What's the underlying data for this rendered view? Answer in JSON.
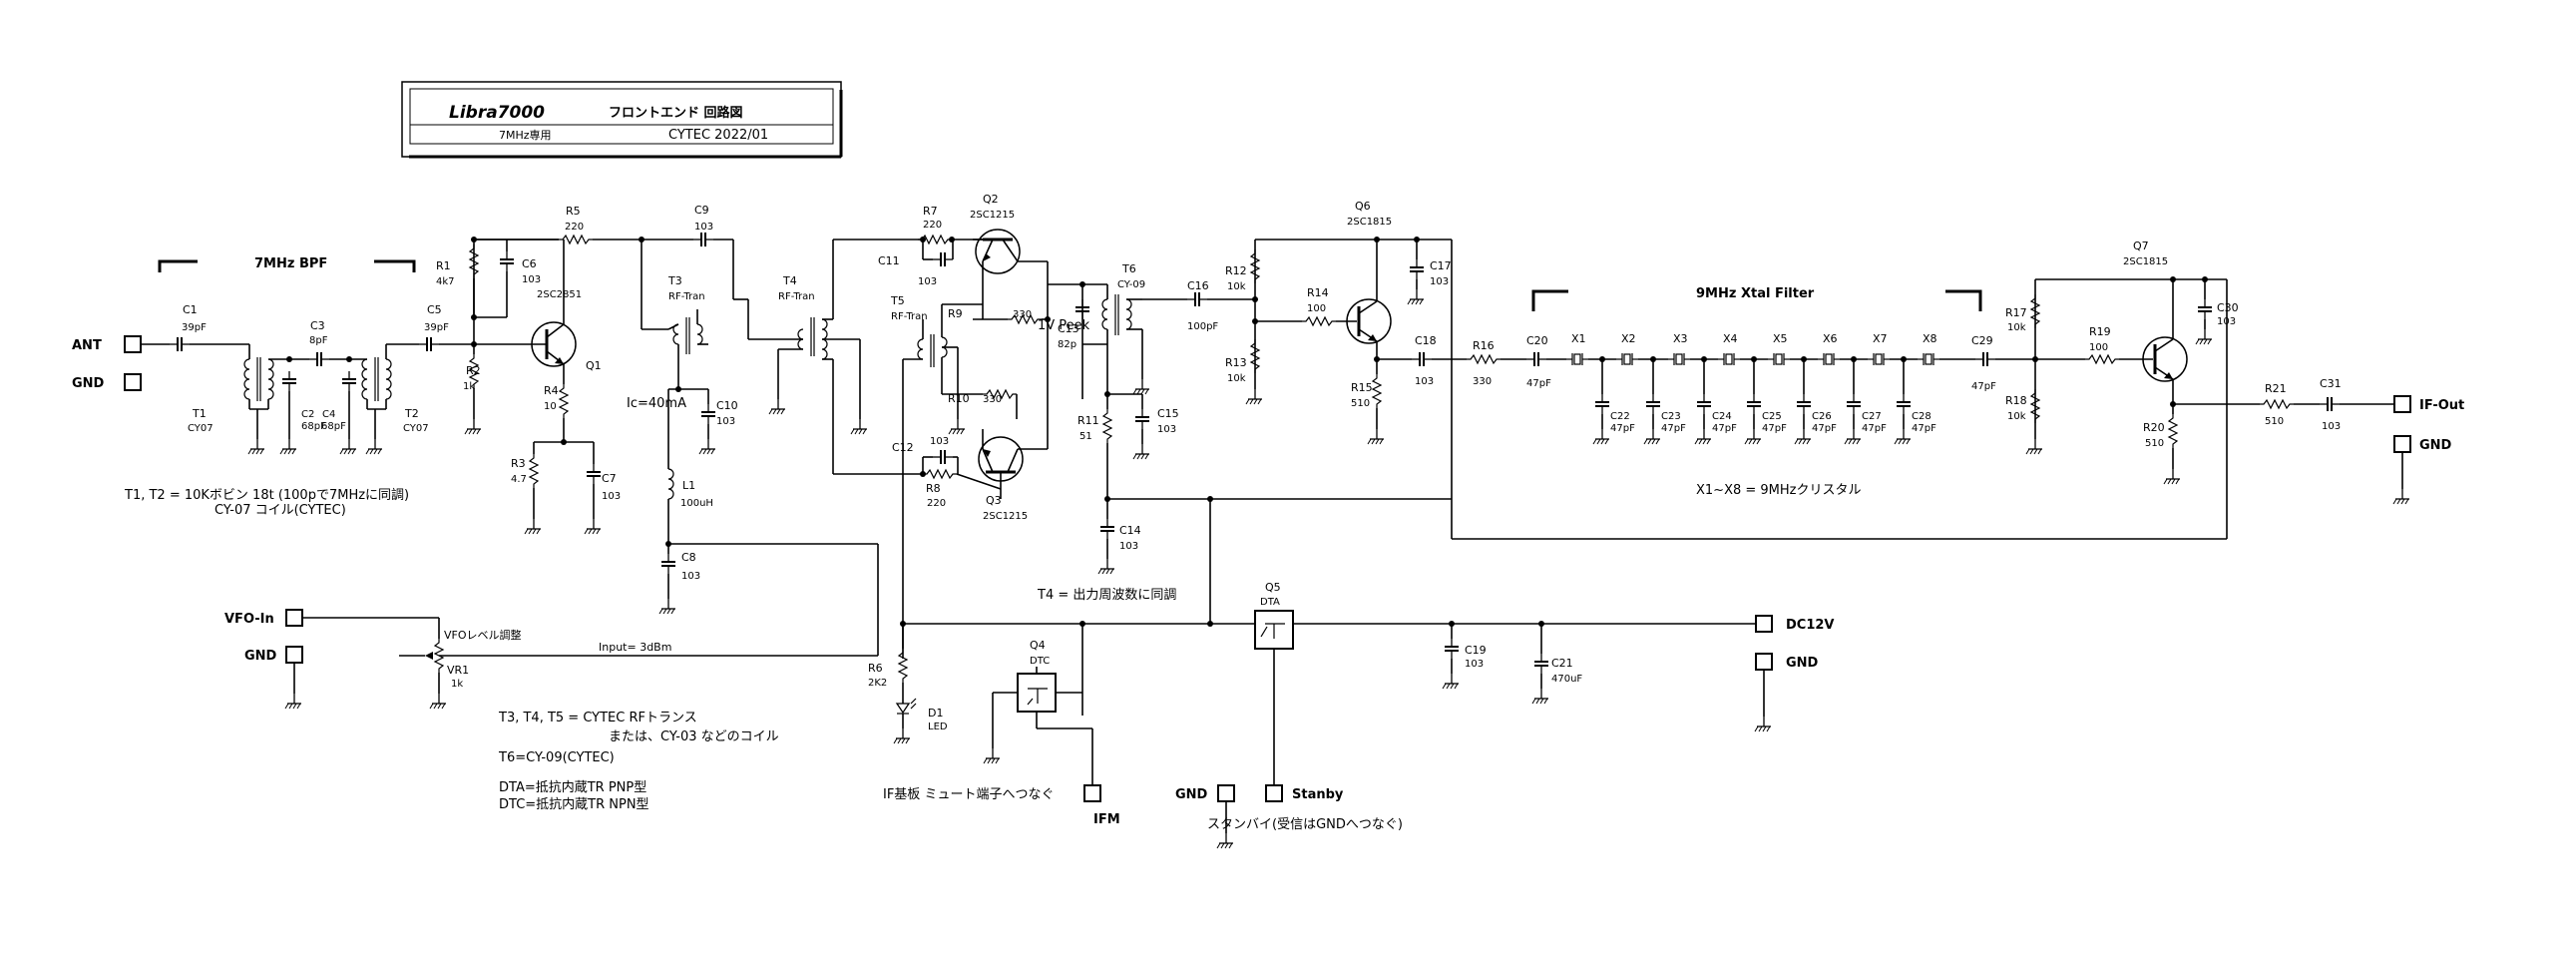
{
  "title_block": {
    "name": "Libra7000",
    "subtitle": "フロントエンド 回路図",
    "band": "7MHz専用",
    "company": "CYTEC 2022/01"
  },
  "ports": {
    "ant": "ANT",
    "gnd1": "GND",
    "vfo_in": "VFO-In",
    "gnd2": "GND",
    "if_out": "IF-Out",
    "gnd3": "GND",
    "dc12v": "DC12V",
    "gnd4": "GND",
    "ifm": "IFM",
    "gnd5": "GND",
    "stanby": "Stanby"
  },
  "blocks": {
    "bpf": "7MHz BPF",
    "xtal": "9MHz Xtal Filter"
  },
  "labels": {
    "c1": "C1",
    "c1v": "39pF",
    "c3": "C3",
    "c3v": "8pF",
    "c5": "C5",
    "c5v": "39pF",
    "c2": "C2",
    "c2v": "68pF",
    "c4": "C4",
    "c4v": "68pF",
    "t1": "T1",
    "t1v": "CY07",
    "t2": "T2",
    "t2v": "CY07",
    "r1": "R1",
    "r1v": "4k7",
    "c6": "C6",
    "c6v": "103",
    "r2": "R2",
    "r2v": "1k",
    "q1": "Q1",
    "q1v": "2SC2851",
    "r4": "R4",
    "r4v": "10",
    "r3": "R3",
    "r3v": "4.7",
    "c7": "C7",
    "c7v": "103",
    "r5": "R5",
    "r5v": "220",
    "c9": "C9",
    "c9v": "103",
    "t3": "T3",
    "t3v": "RF-Tran",
    "ic": "Ic=40mA",
    "c10": "C10",
    "c10v": "103",
    "l1": "L1",
    "l1v": "100uH",
    "c8": "C8",
    "c8v": "103",
    "t4": "T4",
    "t4v": "RF-Tran",
    "r7": "R7",
    "r7v": "220",
    "c11": "C11",
    "c11v": "103",
    "q2": "Q2",
    "q2v": "2SC1215",
    "t5": "T5",
    "t5v": "RF-Tran",
    "r9": "R9",
    "r9v": "330",
    "r10": "R10",
    "r10v": "330",
    "c12": "C12",
    "c12v": "103",
    "r8": "R8",
    "r8v": "220",
    "q3": "Q3",
    "q3v": "2SC1215",
    "peek": "1V Peek",
    "c13": "C13",
    "c13v": "82p",
    "t6": "T6",
    "t6v": "CY-09",
    "c16": "C16",
    "c16v": "100pF",
    "r11": "R11",
    "r11v": "51",
    "c15": "C15",
    "c15v": "103",
    "c14": "C14",
    "c14v": "103",
    "r12": "R12",
    "r12v": "10k",
    "r13": "R13",
    "r13v": "10k",
    "r14": "R14",
    "r14v": "100",
    "q6": "Q6",
    "q6v": "2SC1815",
    "c17": "C17",
    "c17v": "103",
    "r15": "R15",
    "r15v": "510",
    "c18": "C18",
    "c18v": "103",
    "r16": "R16",
    "r16v": "330",
    "c20": "C20",
    "c20v": "47pF",
    "x1": "X1",
    "x2": "X2",
    "x3": "X3",
    "x4": "X4",
    "x5": "X5",
    "x6": "X6",
    "x7": "X7",
    "x8": "X8",
    "c22": "C22",
    "c23": "C23",
    "c24": "C24",
    "c25": "C25",
    "c26": "C26",
    "c27": "C27",
    "c28": "C28",
    "cxv": "47pF",
    "c29": "C29",
    "c29v": "47pF",
    "r17": "R17",
    "r17v": "10k",
    "r18": "R18",
    "r18v": "10k",
    "r19": "R19",
    "r19v": "100",
    "q7": "Q7",
    "q7v": "2SC1815",
    "c30": "C30",
    "c30v": "103",
    "r20": "R20",
    "r20v": "510",
    "r21": "R21",
    "r21v": "510",
    "c31": "C31",
    "c31v": "103",
    "vr1": "VR1",
    "vr1v": "1k",
    "vfo_adj": "VFOレベル調整",
    "input": "Input= 3dBm",
    "r6": "R6",
    "r6v": "2K2",
    "d1": "D1",
    "d1v": "LED",
    "q4": "Q4",
    "q4v": "DTC",
    "q5": "Q5",
    "q5v": "DTA",
    "c19": "C19",
    "c19v": "103",
    "c21": "C21",
    "c21v": "470uF"
  },
  "notes": {
    "t1t2_a": "T1, T2 = 10Kボビン 18t (100pで7MHzに同調)",
    "t1t2_b": "CY-07 コイル(CYTEC)",
    "t3_a": "T3, T4, T5 = CYTEC RFトランス",
    "t3_b": "または、CY-03 などのコイル",
    "t6": "T6=CY-09(CYTEC)",
    "dta": "DTA=抵抗内蔵TR PNP型",
    "dtc": "DTC=抵抗内蔵TR NPN型",
    "t4": "T4 = 出力周波数に同調",
    "xtal": "X1~X8 = 9MHzクリスタル",
    "ifm": "IF基板 ミュート端子へつなぐ",
    "standby": "スタンバイ(受信はGNDへつなぐ)"
  }
}
